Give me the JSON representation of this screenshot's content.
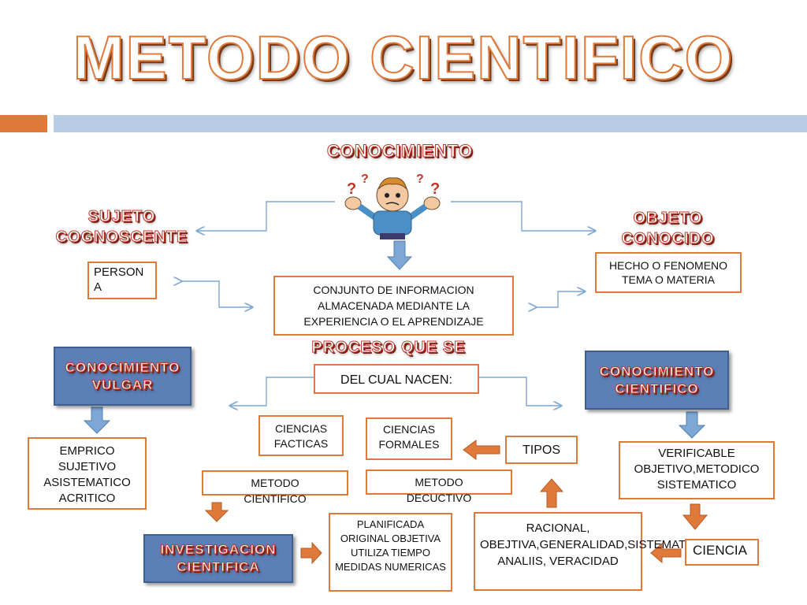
{
  "title": "METODO CIENTIFICO",
  "conocimiento": "CONOCIMIENTO",
  "sujeto": "SUJETO COGNOSCENTE",
  "objeto": "OBJETO CONOCIDO",
  "persona": "PERSONA",
  "hecho": "HECHO O FENOMENO TEMA O MATERIA",
  "conjunto": "CONJUNTO DE INFORMACION ALMACENADA MEDIANTE LA EXPERIENCIA O EL APRENDIZAJE",
  "proceso": "PROCESO QUE SE",
  "del_cual": "DEL CUAL NACEN:",
  "vulgar": "CONOCIMIENTO VULGAR",
  "cientifico": "CONOCIMIENTO CIENTIFICO",
  "emprico": "EMPRICO SUJETIVO ASISTEMATICO ACRITICO",
  "ciencias_facticas": "CIENCIAS FACTICAS",
  "ciencias_formales": "CIENCIAS FORMALES",
  "tipos": "TIPOS",
  "verificable": "VERIFICABLE OBJETIVO,METODICO SISTEMATICO",
  "metodo_cientifico": "METODO CIENTIFICO",
  "metodo_deductivo": "METODO DECUCTIVO",
  "investigacion": "INVESTIGACION CIENTIFICA",
  "planificada": "PLANIFICADA ORIGINAL OBJETIVA UTILIZA TIEMPO MEDIDAS NUMERICAS",
  "racional": "RACIONAL, OBEJTIVA,GENERALIDAD,SISTEMATICA, ANALIIS, VERACIDAD",
  "ciencia": "CIENCIA",
  "colors": {
    "orange": "#e07a3a",
    "blue_bar": "#b8cce4",
    "box_blue": "#5b7fb6",
    "arrow_blue": "#7fa7d4",
    "wordart_red": "#c0392b"
  }
}
